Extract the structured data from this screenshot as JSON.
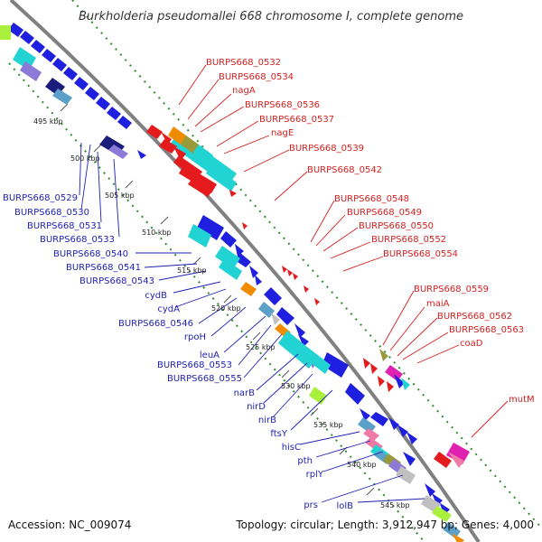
{
  "title": "Burkholderia pseudomallei 668 chromosome I, complete genome",
  "footer": {
    "accession": "Accession: NC_009074",
    "summary": "Topology: circular; Length: 3,912,947 bp; Genes: 4,000"
  },
  "kbp_ticks": [
    "495 kbp",
    "500 kbp",
    "505 kbp",
    "510 kbp",
    "515 kbp",
    "520 kbp",
    "525 kbp",
    "530 kbp",
    "535 kbp",
    "540 kbp",
    "545 kbp"
  ],
  "left_labels": [
    "BURPS668_0529",
    "BURPS668_0530",
    "BURPS668_0531",
    "BURPS668_0533",
    "BURPS668_0540",
    "BURPS668_0541",
    "BURPS668_0543",
    "cydB",
    "cydA",
    "BURPS668_0546",
    "rpoH",
    "leuA",
    "BURPS668_0553",
    "BURPS668_0555",
    "narB",
    "nirD",
    "nirB",
    "ftsY",
    "hisC",
    "pth",
    "rplY",
    "prs",
    "lolB"
  ],
  "right_labels": [
    "BURPS668_0532",
    "BURPS668_0534",
    "nagA",
    "BURPS668_0536",
    "BURPS668_0537",
    "nagE",
    "BURPS668_0539",
    "BURPS668_0542",
    "BURPS668_0548",
    "BURPS668_0549",
    "BURPS668_0550",
    "BURPS668_0552",
    "BURPS668_0554",
    "BURPS668_0559",
    "maiA",
    "BURPS668_0562",
    "BURPS668_0563",
    "coaD",
    "mutM"
  ],
  "colors": {
    "forward_cds": "#1f1fe0",
    "reverse_cds": "#e41a1c",
    "left_label": "#1f1fb4",
    "right_label": "#d42020",
    "backbone": "#808080",
    "gc_dots": "#2e8b2e",
    "cyan": "#22d3d3",
    "orange": "#f08c00",
    "olive": "#9a9a3c",
    "navy": "#1c1c7a",
    "steel": "#5aa0c8",
    "lavender": "#8c7ad8",
    "lime": "#a8f03c",
    "pink": "#f07aa6",
    "magenta": "#e020b0",
    "grey": "#c0c0c0"
  }
}
